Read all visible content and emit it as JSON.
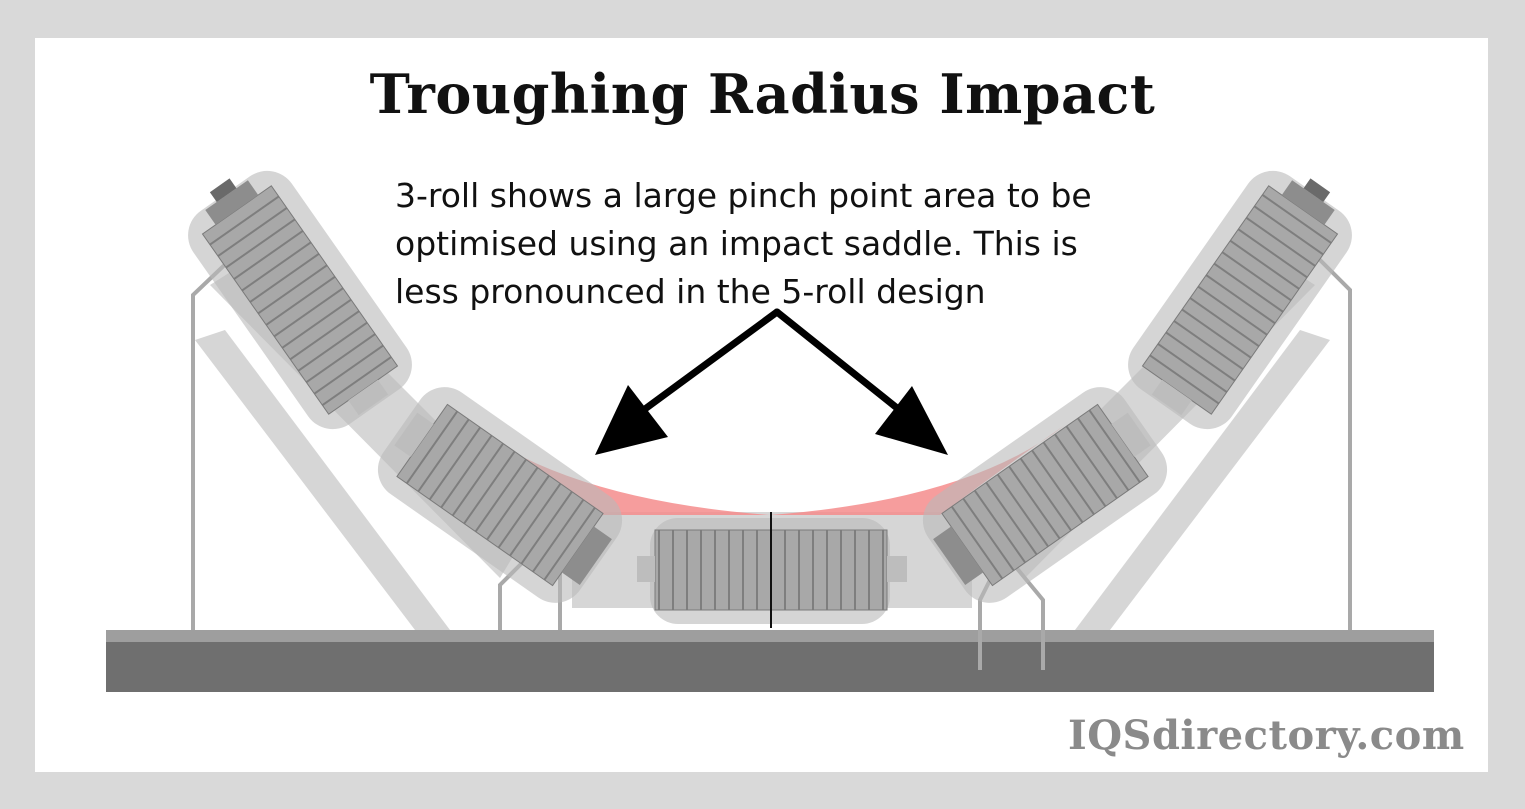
{
  "title": "Troughing Radius Impact",
  "caption": {
    "line1": "3-roll shows a large pinch point area to be",
    "line2": "optimised using an impact saddle. This is",
    "line3": "less pronounced in the 5-roll design"
  },
  "brand": "IQSdirectory.com",
  "colors": {
    "background": "#d9d9d9",
    "panel": "#ffffff",
    "roller": "#9a9a9a",
    "frame_fill": "#d6d6d6",
    "pinch_area": "#f58c8c",
    "ground": "#6f6f6f",
    "arrow": "#000000",
    "brand": "#8a8a8a"
  },
  "icons": [
    "arrow-left-icon",
    "arrow-right-icon"
  ]
}
